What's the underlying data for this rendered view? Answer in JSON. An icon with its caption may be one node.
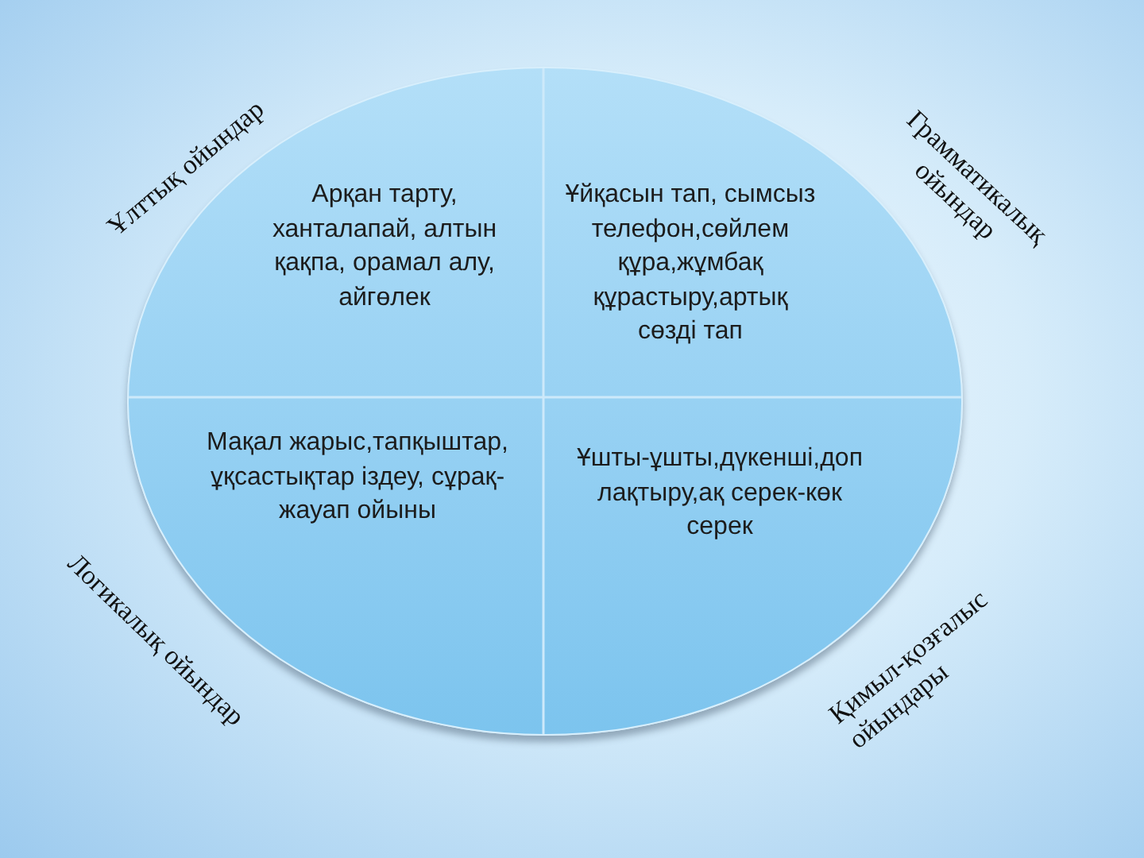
{
  "diagram": {
    "nodes": [
      {
        "text": [],
        "shape": "ellipse"
      },
      {
        "text": [
          "Арқан тарту, ханталапай, алтын қақпа, орамал алу, айгөлек"
        ],
        "in": 0,
        "beside": [
          "Ұлттық ойындар"
        ]
      },
      {
        "text": [
          "Ұйқасын тап, сымсыз телефон,сөйлем құра,жұмбақ құрастыру,артық сөзді тап"
        ],
        "in": 0,
        "beside": [
          "Грамматикалық ойындар"
        ]
      },
      {
        "text": [
          "Мақал жарыс,тапқыштар, ұқсастықтар іздеу, сұрақ-жауап ойыны"
        ],
        "in": 0,
        "beside": [
          "Логикалық ойындар"
        ]
      },
      {
        "text": [
          "Ұшты-ұшты,дүкенші,доп лақтыру,ақ серек-көк серек"
        ],
        "in": 0,
        "beside": [
          "Қимыл-қозғалыс ойындары"
        ]
      }
    ]
  }
}
